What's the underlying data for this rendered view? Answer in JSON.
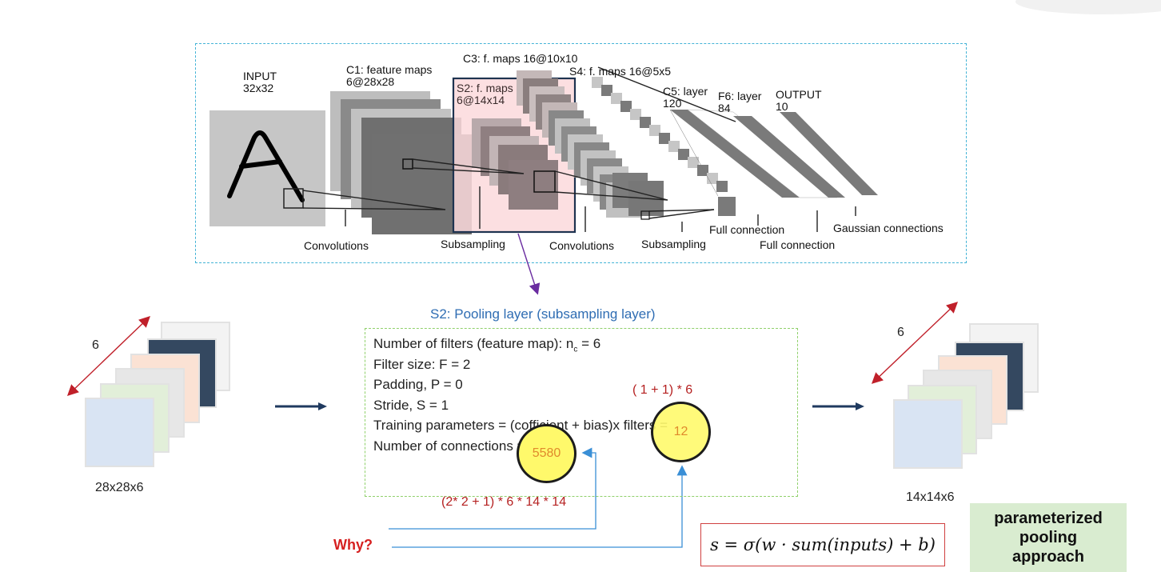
{
  "lenet": {
    "input_label": [
      "INPUT",
      "32x32"
    ],
    "c1_label": [
      "C1: feature maps",
      "6@28x28"
    ],
    "c3_label": "C3: f. maps 16@10x10",
    "s2_label": [
      "S2: f. maps",
      "6@14x14"
    ],
    "s4_label": "S4: f. maps 16@5x5",
    "c5_label": [
      "C5: layer",
      "120"
    ],
    "f6_label": [
      "F6: layer",
      "84"
    ],
    "output_label": [
      "OUTPUT",
      "10"
    ],
    "op_convolutions_1": "Convolutions",
    "op_subsampling_1": "Subsampling",
    "op_convolutions_2": "Convolutions",
    "op_subsampling_2": "Subsampling",
    "op_full_connection_1": "Full connection",
    "op_full_connection_2": "Full connection",
    "op_gaussian": "Gaussian connections"
  },
  "pooling": {
    "title": "S2: Pooling layer (subsampling layer)",
    "filters_prefix": "Number of filters (feature map): n",
    "filters_sub": "c",
    "filters_suffix": " = 6",
    "filter_size": "Filter size: F = 2",
    "padding": "Padding, P = 0",
    "stride": "Stride, S = 1",
    "training_params": "Training parameters = (cofficient + bias)x filters = ",
    "connections": "Number of connections = ",
    "connections_value": "5580",
    "training_value": "12",
    "training_calc": "( 1 + 1) * 6",
    "connections_calc": "(2* 2 + 1) * 6 * 14 * 14"
  },
  "left_stack": {
    "depth": "6",
    "size": "28x28x6"
  },
  "right_stack": {
    "depth": "6",
    "size": "14x14x6"
  },
  "why": "Why?",
  "formula": "s = σ(w · sum(inputs) + b)",
  "approach": [
    "parameterized",
    "pooling",
    "approach"
  ],
  "colors": {
    "dashed_blue": "#43b3d6",
    "dashed_green": "#8fd06a",
    "highlight_pink": "#fbd9dc",
    "circle_yellow": "#fff96b",
    "annotation_red": "#b52020",
    "arrow_navy": "#1f3a5f",
    "approach_green": "#d9ecd0"
  }
}
